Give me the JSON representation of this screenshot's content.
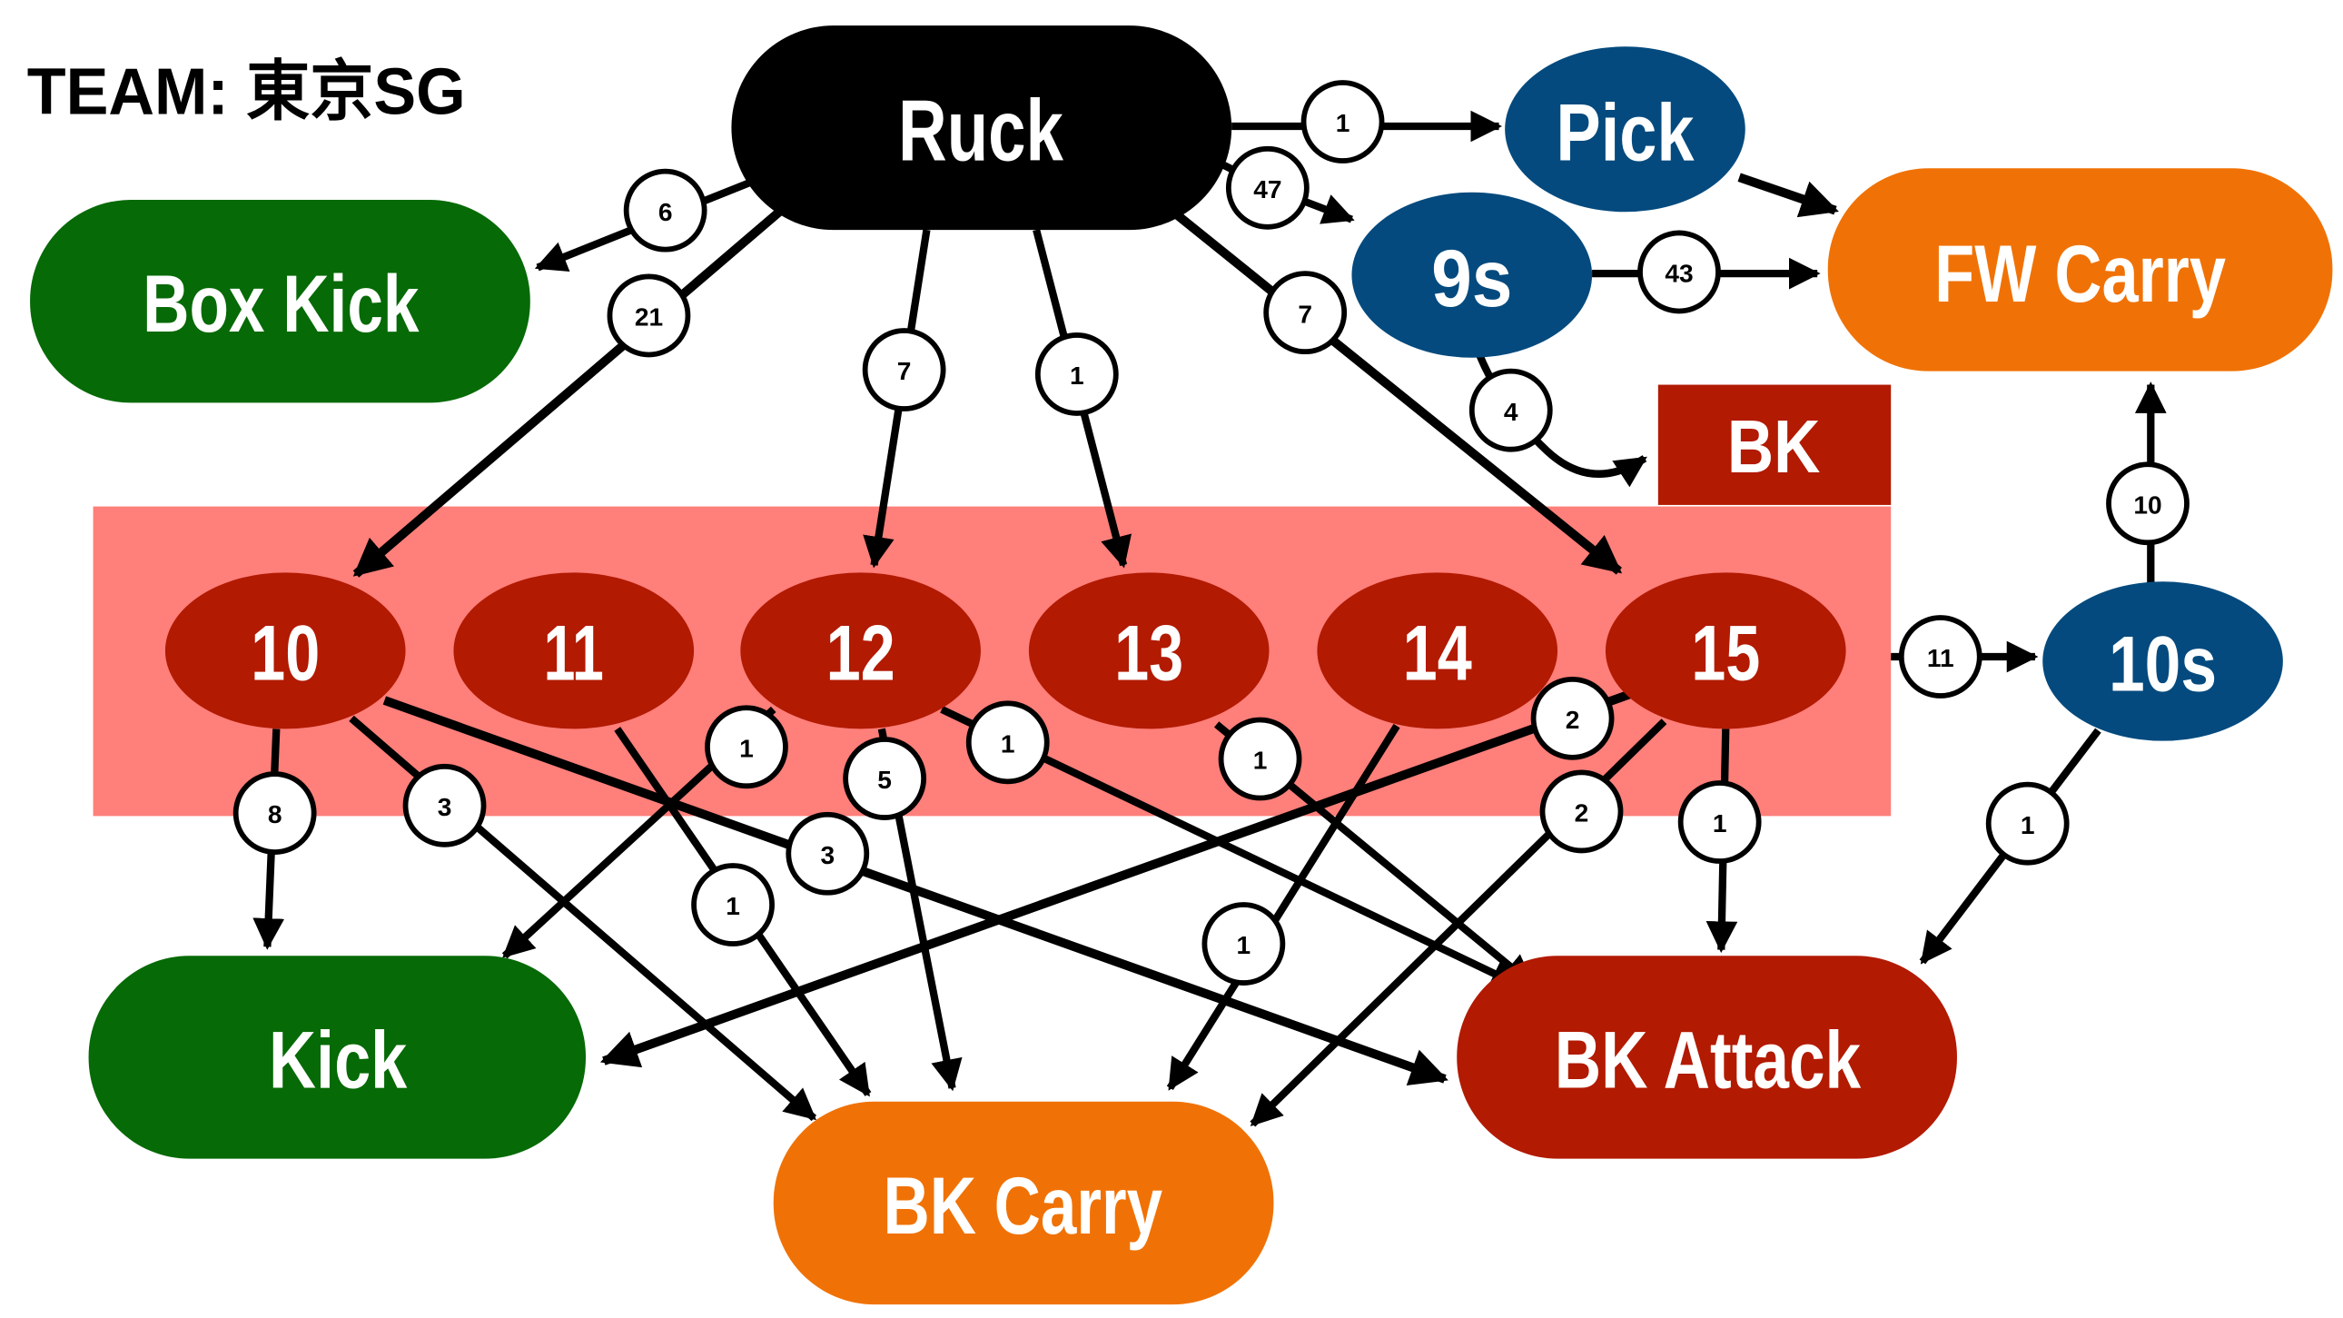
{
  "title": "TEAM: 東京SG",
  "colors": {
    "ruck": "#000000",
    "blue": "#044a7e",
    "green": "#066a06",
    "orange": "#f07206",
    "red": "#b21a02",
    "band": "#ff7f7a"
  },
  "nodes": {
    "ruck": {
      "label": "Ruck",
      "color": "ruck"
    },
    "pick": {
      "label": "Pick",
      "color": "blue"
    },
    "nine_s": {
      "label": "9s",
      "color": "blue"
    },
    "fw_carry": {
      "label": "FW Carry",
      "color": "orange"
    },
    "bk": {
      "label": "BK",
      "color": "red"
    },
    "box_kick": {
      "label": "Box Kick",
      "color": "green"
    },
    "p10": {
      "label": "10",
      "color": "red"
    },
    "p11": {
      "label": "11",
      "color": "red"
    },
    "p12": {
      "label": "12",
      "color": "red"
    },
    "p13": {
      "label": "13",
      "color": "red"
    },
    "p14": {
      "label": "14",
      "color": "red"
    },
    "p15": {
      "label": "15",
      "color": "red"
    },
    "ten_s": {
      "label": "10s",
      "color": "blue"
    },
    "kick": {
      "label": "Kick",
      "color": "green"
    },
    "bk_carry": {
      "label": "BK Carry",
      "color": "orange"
    },
    "bk_attack": {
      "label": "BK Attack",
      "color": "red"
    }
  },
  "edges": [
    {
      "from": "ruck",
      "to": "pick",
      "count": "1"
    },
    {
      "from": "ruck",
      "to": "nine_s",
      "count": "47"
    },
    {
      "from": "ruck",
      "to": "box_kick",
      "count": "6"
    },
    {
      "from": "ruck",
      "to": "p10",
      "count": "21"
    },
    {
      "from": "ruck",
      "to": "p12",
      "count": "7"
    },
    {
      "from": "ruck",
      "to": "p13",
      "count": "1"
    },
    {
      "from": "ruck",
      "to": "p15",
      "count": "7"
    },
    {
      "from": "pick",
      "to": "fw_carry",
      "count": ""
    },
    {
      "from": "nine_s",
      "to": "fw_carry",
      "count": "43"
    },
    {
      "from": "nine_s",
      "to": "bk",
      "count": "4"
    },
    {
      "from": "band",
      "to": "ten_s",
      "count": "11"
    },
    {
      "from": "ten_s",
      "to": "fw_carry",
      "count": "10"
    },
    {
      "from": "ten_s",
      "to": "bk_attack",
      "count": "1"
    },
    {
      "from": "p10",
      "to": "kick",
      "count": "8"
    },
    {
      "from": "p10",
      "to": "bk_carry",
      "count": "3"
    },
    {
      "from": "p10",
      "to": "bk_attack",
      "count": "3"
    },
    {
      "from": "p11",
      "to": "bk_carry",
      "count": "1"
    },
    {
      "from": "p12",
      "to": "kick",
      "count": "1"
    },
    {
      "from": "p12",
      "to": "bk_carry",
      "count": "5"
    },
    {
      "from": "p12",
      "to": "bk_attack",
      "count": "1"
    },
    {
      "from": "p13",
      "to": "bk_attack",
      "count": "1"
    },
    {
      "from": "p14",
      "to": "bk_carry",
      "count": "1"
    },
    {
      "from": "p15",
      "to": "kick",
      "count": "2"
    },
    {
      "from": "p15",
      "to": "bk_carry",
      "count": "2"
    },
    {
      "from": "p15",
      "to": "bk_attack",
      "count": "1"
    }
  ]
}
